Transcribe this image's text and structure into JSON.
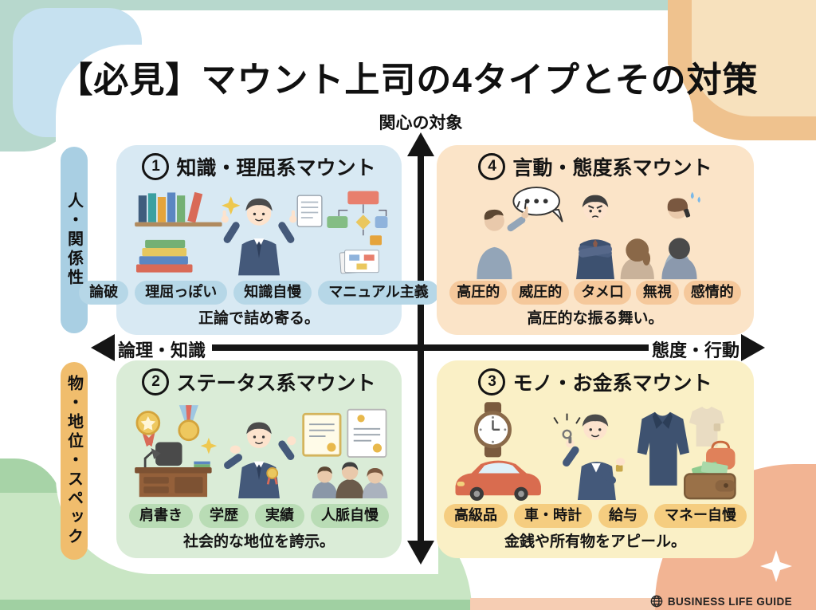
{
  "title": "【必見】マウント上司の4タイプとその対策",
  "axes": {
    "top_label": "関心の対象",
    "left_top_label": "人・関係性",
    "left_bottom_label": "物・地位・スペック",
    "horizontal_left_label": "論理・知識",
    "horizontal_right_label": "態度・行動"
  },
  "quadrants": [
    {
      "position": "top-left",
      "number": "1",
      "title": "知識・理屈系マウント",
      "tags": [
        "論破",
        "理屈っぽい",
        "知識自慢",
        "マニュアル主義"
      ],
      "caption": "正論で詰め寄る。",
      "illustration": "boss-pointing-with-bookshelf-documents-flowchart",
      "bg_color": "#d8e9f3",
      "tag_color": "#b6d7e7"
    },
    {
      "position": "top-right",
      "number": "4",
      "title": "言動・態度系マウント",
      "tags": [
        "高圧的",
        "威圧的",
        "タメ口",
        "無視",
        "感情的"
      ],
      "caption": "高圧的な振る舞い。",
      "illustration": "boss-arms-crossed-surrounded-by-coworkers-speech-bubble",
      "bg_color": "#fbe4c8",
      "tag_color": "#f5c89b"
    },
    {
      "position": "bottom-left",
      "number": "2",
      "title": "ステータス系マウント",
      "tags": [
        "肩書き",
        "学歴",
        "実績",
        "人脈自慢"
      ],
      "caption": "社会的な地位を誇示。",
      "illustration": "boss-with-medals-desk-certificates-and-people",
      "bg_color": "#daecd7",
      "tag_color": "#b9dcb5"
    },
    {
      "position": "bottom-right",
      "number": "3",
      "title": "モノ・お金系マウント",
      "tags": [
        "高級品",
        "車・時計",
        "給与",
        "マネー自慢"
      ],
      "caption": "金銭や所有物をアピール。",
      "illustration": "boss-with-watch-car-clothes-and-wallet",
      "bg_color": "#faf0c6",
      "tag_color": "#f5cd80"
    }
  ],
  "footer": {
    "brand": "BUSINESS LIFE GUIDE",
    "icon": "globe-icon"
  },
  "colors": {
    "axis": "#151515",
    "left_pill_top": "#a9cfe3",
    "left_pill_bottom": "#f0bd6d",
    "bg_teal": "#b7d8cd",
    "bg_blue": "#c6e1f0",
    "bg_orange": "#efc28e",
    "bg_green": "#c9e6c4",
    "bg_salmon": "#f2b493"
  }
}
